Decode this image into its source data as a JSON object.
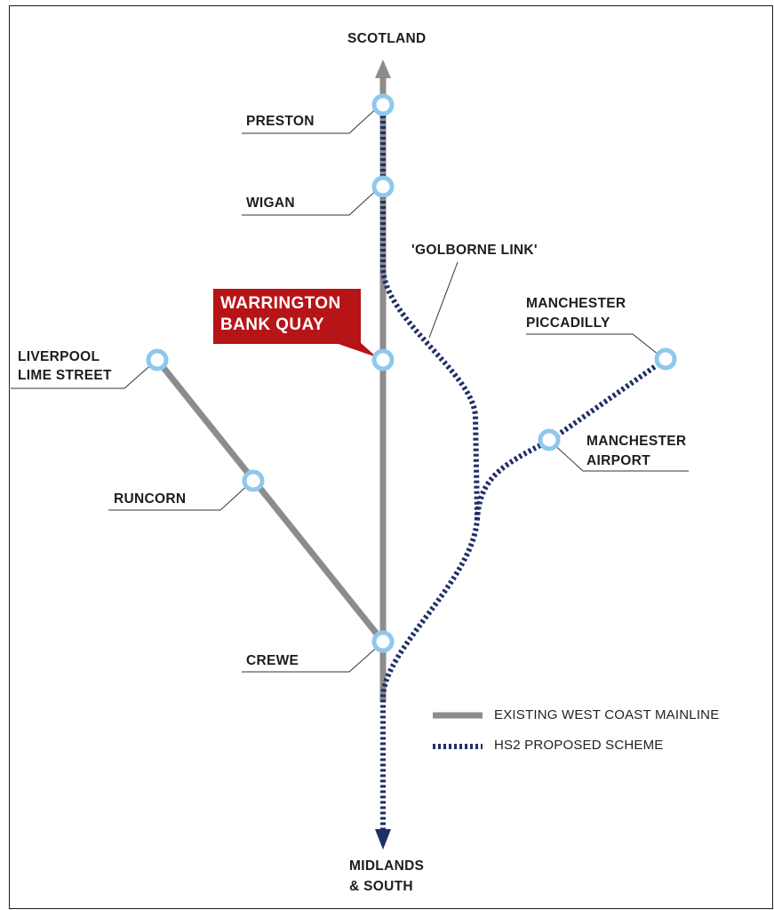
{
  "directions": {
    "north": "SCOTLAND",
    "south_line1": "MIDLANDS",
    "south_line2": "& SOUTH"
  },
  "stations": {
    "preston": "PRESTON",
    "wigan": "WIGAN",
    "warrington_line1": "WARRINGTON",
    "warrington_line2": "BANK QUAY",
    "liverpool_line1": "LIVERPOOL",
    "liverpool_line2": "LIME STREET",
    "runcorn": "RUNCORN",
    "crewe": "CREWE",
    "man_picc_line1": "MANCHESTER",
    "man_picc_line2": "PICCADILLY",
    "man_air_line1": "MANCHESTER",
    "man_air_line2": "AIRPORT"
  },
  "annotations": {
    "golborne": "'GOLBORNE LINK'"
  },
  "legend": {
    "existing": "EXISTING WEST COAST MAINLINE",
    "hs2": "HS2 PROPOSED SCHEME"
  },
  "colors": {
    "existing_line": "#8c8c8c",
    "hs2_line": "#1f2f66",
    "station_ring": "#8fc8ee",
    "highlight": "#b71418"
  }
}
